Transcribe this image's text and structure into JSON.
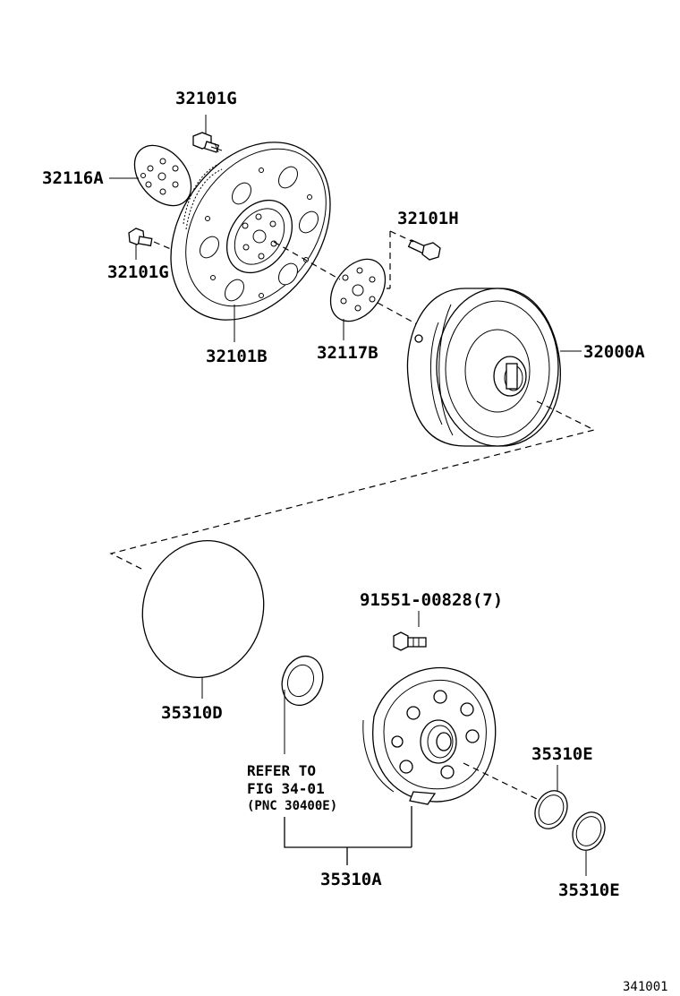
{
  "labels": {
    "bolt_top": "32101G",
    "drive_plate_front": "32116A",
    "bolt_left": "32101G",
    "drive_plate": "32101B",
    "bolt_right": "32101H",
    "drive_plate_rear": "32117B",
    "torque_converter": "32000A",
    "o_ring": "35310D",
    "pump_bolt": "91551-00828(7)",
    "oil_seal_ring_upper": "35310E",
    "oil_seal_ring_lower": "35310E",
    "oil_pump": "35310A"
  },
  "refer_note": {
    "line1": "REFER TO",
    "line2": "FIG 34-01",
    "line3": "(PNC 30400E)"
  },
  "figure_number": "341001",
  "colors": {
    "line": "#000000",
    "background": "#ffffff"
  }
}
